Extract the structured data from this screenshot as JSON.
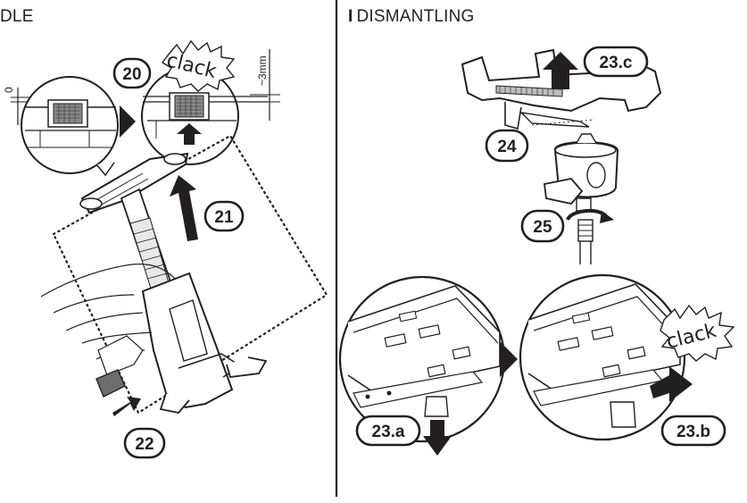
{
  "left_heading": {
    "text": "DLE"
  },
  "right_heading": {
    "marker": "I",
    "text": "DISMANTLING"
  },
  "steps": {
    "s20": "20",
    "s21": "21",
    "s22": "22",
    "s23a": "23.a",
    "s23b": "23.b",
    "s23c": "23.c",
    "s24": "24",
    "s25": "25"
  },
  "sounds": {
    "clack_top": "clack",
    "clack_bottom": "clack"
  },
  "dimensions": {
    "zero": "0",
    "approx_3mm": "~3mm"
  },
  "colors": {
    "ink": "#231f20",
    "paper": "#ffffff",
    "grey": "#9a9a9a"
  }
}
